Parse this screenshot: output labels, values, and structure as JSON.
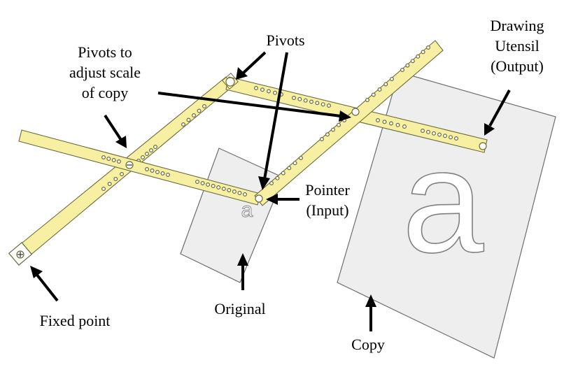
{
  "labels": {
    "pivots": "Pivots",
    "pivots_adjust_line1": "Pivots to",
    "pivots_adjust_line2": "adjust scale",
    "pivots_adjust_line3": "of copy",
    "drawing_line1": "Drawing",
    "drawing_line2": "Utensil",
    "drawing_line3": "(Output)",
    "pointer_line1": "Pointer",
    "pointer_line2": "(Input)",
    "fixed_point": "Fixed point",
    "original": "Original",
    "copy": "Copy",
    "original_letter": "a",
    "copy_letter": "a"
  },
  "colors": {
    "bar_fill": "#f7f0a3",
    "bar_stroke": "#6b6b3c",
    "paper_fill": "#eeeeee",
    "paper_stroke": "#6e6e6e",
    "arrow": "#000000",
    "text": "#000000"
  }
}
